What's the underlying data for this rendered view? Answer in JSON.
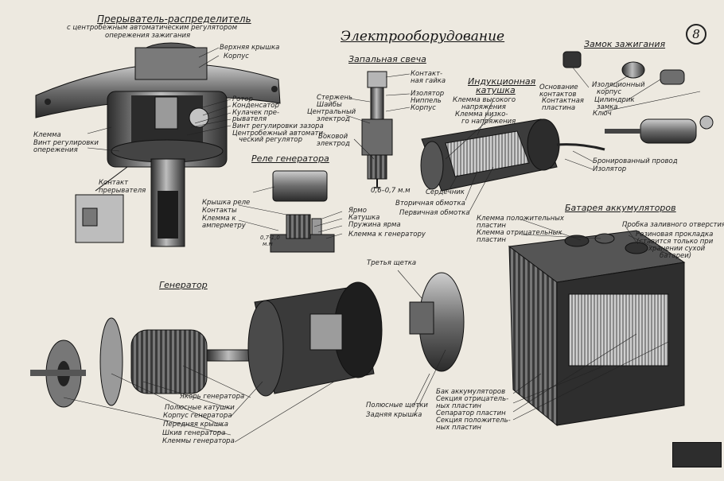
{
  "page_number": "8",
  "title": "Электрооборудование",
  "sections": {
    "distributor": {
      "title": "Прерыватель-распределитель",
      "subtitle_1": "с центробежным автоматическим регулятором",
      "subtitle_2": "опережения зажигания",
      "labels": [
        "Верхняя крышка",
        "Корпус",
        "Ротор",
        "Конденсатор",
        "Кулачек пре-",
        "рывателя",
        "Винт регулировки зазора",
        "Центробежный автомати-",
        "ческий регулятор",
        "Клемма",
        "Винт регулировки",
        "опережения",
        "Контакт",
        "прерывателя"
      ]
    },
    "spark_plug": {
      "title": "Запальная свеча",
      "labels": [
        "Контакт-",
        "ная гайка",
        "Изолятор",
        "Ниппель",
        "Корпус",
        "Стержень",
        "Шайбы",
        "Центральный",
        "электрод",
        "Боковой",
        "электрод"
      ],
      "gap": "0,6–0,7 м.м"
    },
    "coil": {
      "title_1": "Индукционная",
      "title_2": "катушка",
      "labels": [
        "Клемма высокого",
        "напряжения",
        "Клемма низко-",
        "го напряжения",
        "Сердечник",
        "Вторичная обмотка",
        "Первичная обмотка"
      ]
    },
    "ignition_lock": {
      "title": "Замок зажигания",
      "labels": [
        "Основание",
        "контактов",
        "Контактная",
        "пластина",
        "Изоляционный",
        "корпус",
        "Цилиндрик",
        "замка",
        "Ключ",
        "Бронированный провод",
        "Изолятор"
      ]
    },
    "relay": {
      "title": "Реле генератора",
      "labels": [
        "Крышка реле",
        "Контакты",
        "Клемма к амперметру",
        "Ярмо",
        "Катушка",
        "Пружина ярма",
        "Клемма к генератору"
      ],
      "gap_1": "0,7-1,0",
      "gap_2": "м.м"
    },
    "generator": {
      "title": "Генератор",
      "labels": [
        "Третья щетка",
        "Якорь генератора",
        "Полюсные катушки",
        "Корпус генератора",
        "Передняя крышка",
        "Шкив генератора",
        "Клеммы генератора",
        "Полюсные щетки",
        "Задняя крышка"
      ]
    },
    "battery": {
      "title": "Батарея аккумуляторов",
      "labels": [
        "Клемма положительных",
        "пластин",
        "Клемма отрицательных",
        "пластин",
        "Пробка заливного отверстия",
        "Резиновая прокладка",
        "(ставится только при",
        "хранении сухой",
        "батареи)",
        "Бак аккумуляторов",
        "Секция отрицатель-",
        "ных пластин",
        "Сепаратор пластин",
        "Секция положитель-",
        "ных пластин"
      ]
    }
  }
}
